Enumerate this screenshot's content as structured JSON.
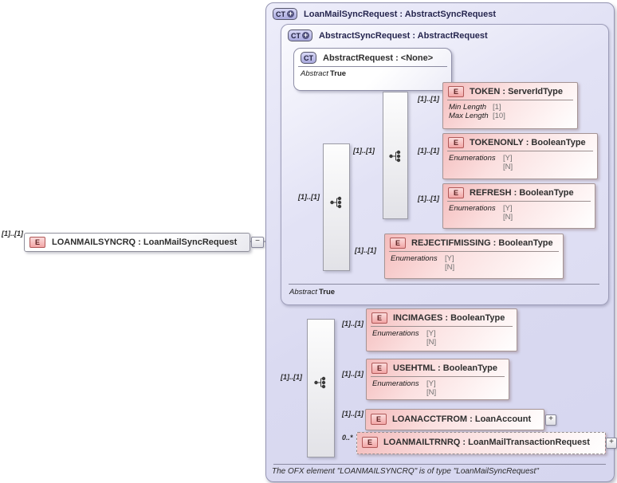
{
  "cardinality": {
    "required": "[1]..[1]",
    "optional_many": "0..*"
  },
  "badges": {
    "ct": "CT",
    "element": "E",
    "expand": "+",
    "collapse": "−"
  },
  "root": {
    "label": "LOANMAILSYNCRQ : LoanMailSyncRequest",
    "cardinality": "[1]..[1]"
  },
  "containers": {
    "loanMailSyncRequest": {
      "title": "LoanMailSyncRequest : AbstractSyncRequest"
    },
    "abstractSyncRequest": {
      "title": "AbstractSyncRequest : AbstractRequest",
      "abstract_row": {
        "name": "Abstract",
        "value": "True"
      }
    },
    "abstractRequest": {
      "title": "AbstractRequest : <None>",
      "abstract_row": {
        "name": "Abstract",
        "value": "True"
      }
    }
  },
  "elements": {
    "token": {
      "label": "TOKEN : ServerIdType",
      "rows": [
        {
          "name": "Min Length",
          "value": "[1]"
        },
        {
          "name": "Max Length",
          "value": "[10]"
        }
      ]
    },
    "tokenonly": {
      "label": "TOKENONLY : BooleanType",
      "enum": {
        "name": "Enumerations",
        "values": [
          "[Y]",
          "[N]"
        ]
      }
    },
    "refresh": {
      "label": "REFRESH : BooleanType",
      "enum": {
        "name": "Enumerations",
        "values": [
          "[Y]",
          "[N]"
        ]
      }
    },
    "rejectifmissing": {
      "label": "REJECTIFMISSING : BooleanType",
      "enum": {
        "name": "Enumerations",
        "values": [
          "[Y]",
          "[N]"
        ]
      }
    },
    "incimages": {
      "label": "INCIMAGES : BooleanType",
      "enum": {
        "name": "Enumerations",
        "values": [
          "[Y]",
          "[N]"
        ]
      }
    },
    "usehtml": {
      "label": "USEHTML : BooleanType",
      "enum": {
        "name": "Enumerations",
        "values": [
          "[Y]",
          "[N]"
        ]
      }
    },
    "loanacctfrom": {
      "label": "LOANACCTFROM : LoanAccount"
    },
    "loanmailtrnrq": {
      "label": "LOANMAILTRNRQ : LoanMailTransactionRequest"
    }
  },
  "footer": {
    "text": "The OFX element \"LOANMAILSYNCRQ\" is of type \"LoanMailSyncRequest\""
  }
}
